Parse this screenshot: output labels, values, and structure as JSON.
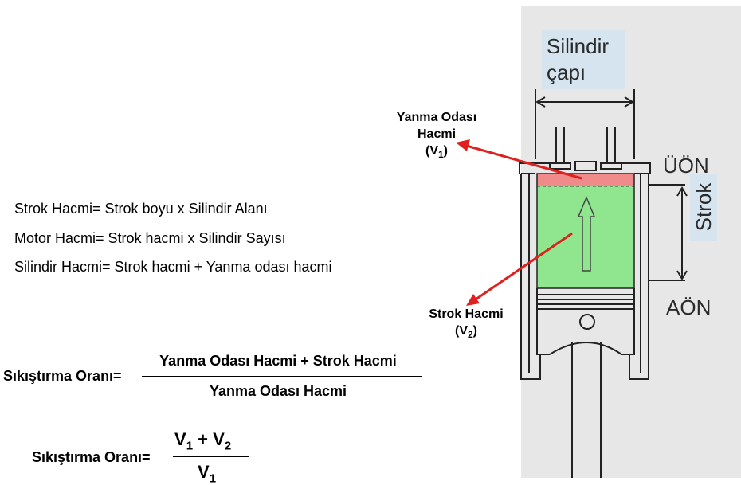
{
  "formulas": [
    "Strok Hacmi= Strok boyu x Silindir Alanı",
    "Motor Hacmi=  Strok hacmi x Silindir Sayısı",
    "Silindir Hacmi=  Strok hacmi + Yanma odası hacmi"
  ],
  "compression_1": {
    "label": "Sıkıştırma Oranı=",
    "numerator": "Yanma Odası Hacmi + Strok Hacmi",
    "denominator": "Yanma Odası Hacmi"
  },
  "compression_2": {
    "label": "Sıkıştırma Oranı=",
    "num_v1": "V",
    "num_v1_sub": "1",
    "num_plus": "+",
    "num_v2": "V",
    "num_v2_sub": "2",
    "den_v": "V",
    "den_v_sub": "1"
  },
  "diagram": {
    "bore_label_line1": "Silindir",
    "bore_label_line2": "çapı",
    "tdc_label": "ÜÖN",
    "bdc_label": "AÖN",
    "stroke_label": "Strok",
    "chamber_annotation": {
      "line1": "Yanma Odası",
      "line2": "Hacmi",
      "symbol": "(V",
      "sub": "1",
      "close": ")"
    },
    "stroke_annotation": {
      "line1": "Strok Hacmi",
      "symbol": "(V",
      "sub": "2",
      "close": ")"
    }
  },
  "colors": {
    "chamber_fill": "#f08b8b",
    "stroke_fill": "#8fe68f",
    "arrow": "#e01f1f",
    "label_bg": "#d5e4ef",
    "panel_bg": "#e7e7e7"
  }
}
